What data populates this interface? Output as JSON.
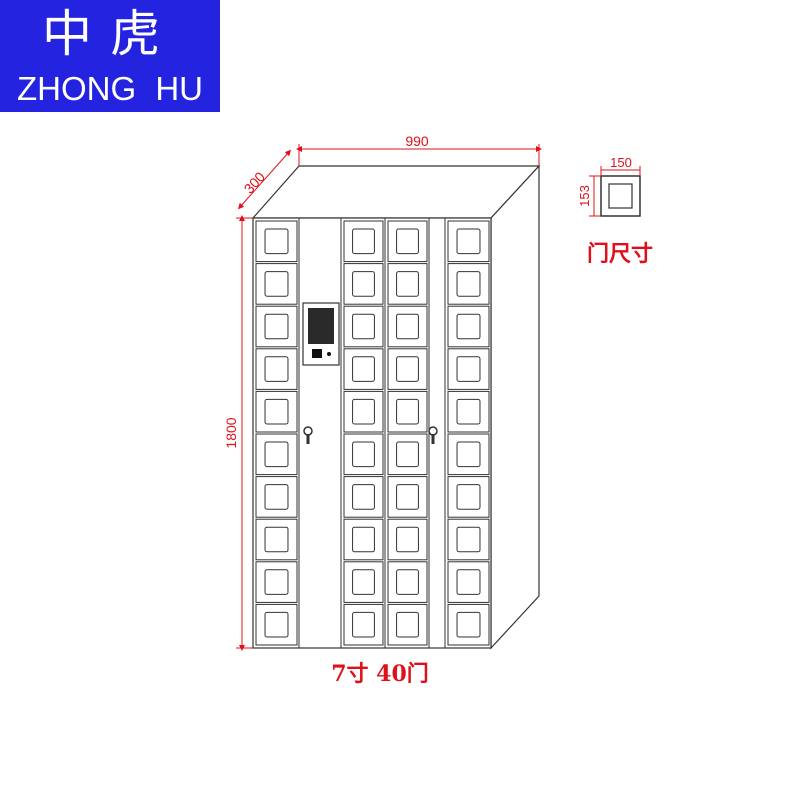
{
  "logo": {
    "chinese": "中虎",
    "english": "ZHONG HU",
    "background": "#2323e0",
    "text_color": "#ffffff"
  },
  "cabinet": {
    "width_label": "990",
    "depth_label": "300",
    "height_label": "1800",
    "caption": "7寸 40门",
    "line_color": "#333333",
    "dimension_color": "#e0101a"
  },
  "door_detail": {
    "width_label": "150",
    "height_label": "153",
    "caption": "门尺寸"
  }
}
